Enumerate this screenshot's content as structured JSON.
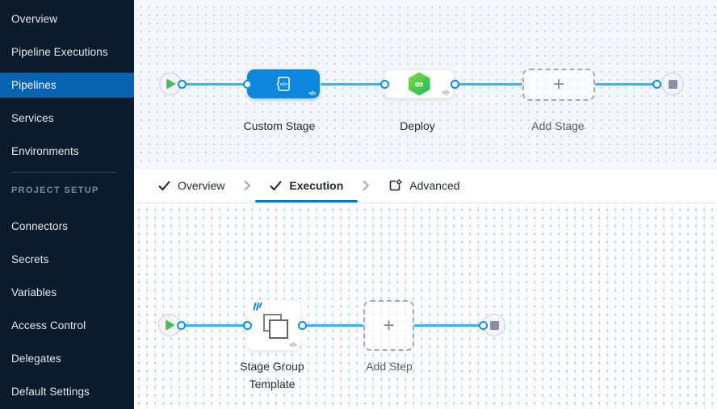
{
  "sidebar": {
    "items": [
      {
        "label": "Overview"
      },
      {
        "label": "Pipeline Executions"
      },
      {
        "label": "Pipelines",
        "selected": true
      },
      {
        "label": "Services"
      },
      {
        "label": "Environments"
      }
    ],
    "section_label": "PROJECT SETUP",
    "setup_items": [
      {
        "label": "Connectors"
      },
      {
        "label": "Secrets"
      },
      {
        "label": "Variables"
      },
      {
        "label": "Access Control"
      },
      {
        "label": "Delegates"
      },
      {
        "label": "Default Settings"
      }
    ]
  },
  "tabs": {
    "items": [
      {
        "label": "Overview",
        "state": "completed"
      },
      {
        "label": "Execution",
        "state": "active"
      },
      {
        "label": "Advanced",
        "state": "default"
      }
    ]
  },
  "stage_pipeline": {
    "custom_stage_label": "Custom Stage",
    "deploy_label": "Deploy",
    "add_stage_label": "Add Stage"
  },
  "execution_pipeline": {
    "stage_group_template_label": "Stage Group Template",
    "add_step_label": "Add Step"
  },
  "glyphs": {
    "code_badge": "</>",
    "plus": "+",
    "infinity": "∞",
    "custom_stage_icon_text": "</>"
  },
  "colors": {
    "accent_blue": "#0278d5",
    "nav_selected_blue": "#0a62b2",
    "sidebar_bg": "#0b1b2b",
    "pipeline_line": "#35b5ee",
    "connector_ring": "#0e8ee2",
    "stage_node_blue": "#0d86dd",
    "play_green": "#4dbb5a",
    "deploy_green": "#2fbf55",
    "stop_gray": "#8a8fa4"
  }
}
